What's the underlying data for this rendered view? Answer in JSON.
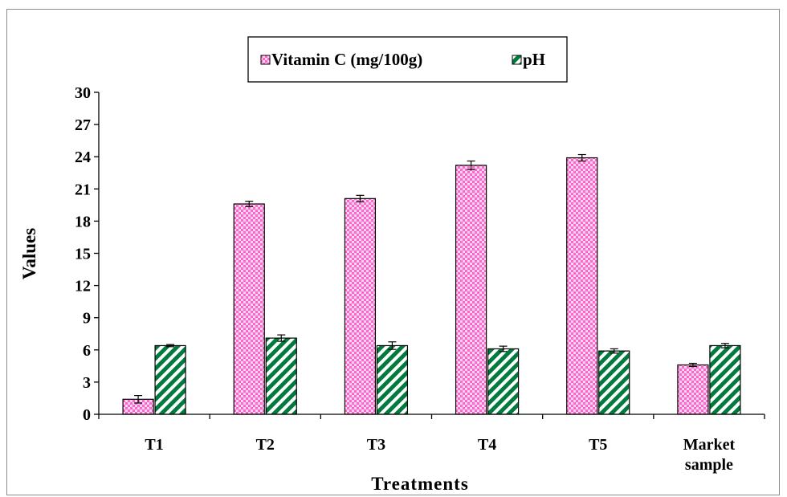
{
  "chart_data": {
    "type": "bar",
    "xlabel": "Treatments",
    "ylabel": "Values",
    "categories": [
      [
        "T1"
      ],
      [
        "T2"
      ],
      [
        "T3"
      ],
      [
        "T4"
      ],
      [
        "T5"
      ],
      [
        "Market",
        "sample"
      ]
    ],
    "ylim": [
      0,
      30
    ],
    "yticks": [
      0,
      3,
      6,
      9,
      12,
      15,
      18,
      21,
      24,
      27,
      30
    ],
    "grid": false,
    "legend": "top-center",
    "series": [
      {
        "name": "Vitamin C (mg/100g)",
        "values": [
          1.4,
          19.6,
          20.1,
          23.2,
          23.9,
          4.6
        ],
        "errors": [
          0.35,
          0.25,
          0.3,
          0.4,
          0.3,
          0.15
        ],
        "color": "#ff66cc",
        "pattern": "checker"
      },
      {
        "name": "pH",
        "values": [
          6.4,
          7.1,
          6.4,
          6.1,
          5.9,
          6.4
        ],
        "errors": [
          0.1,
          0.3,
          0.35,
          0.25,
          0.2,
          0.2
        ],
        "color": "#007a3d",
        "pattern": "diagonal-stripes"
      }
    ]
  }
}
